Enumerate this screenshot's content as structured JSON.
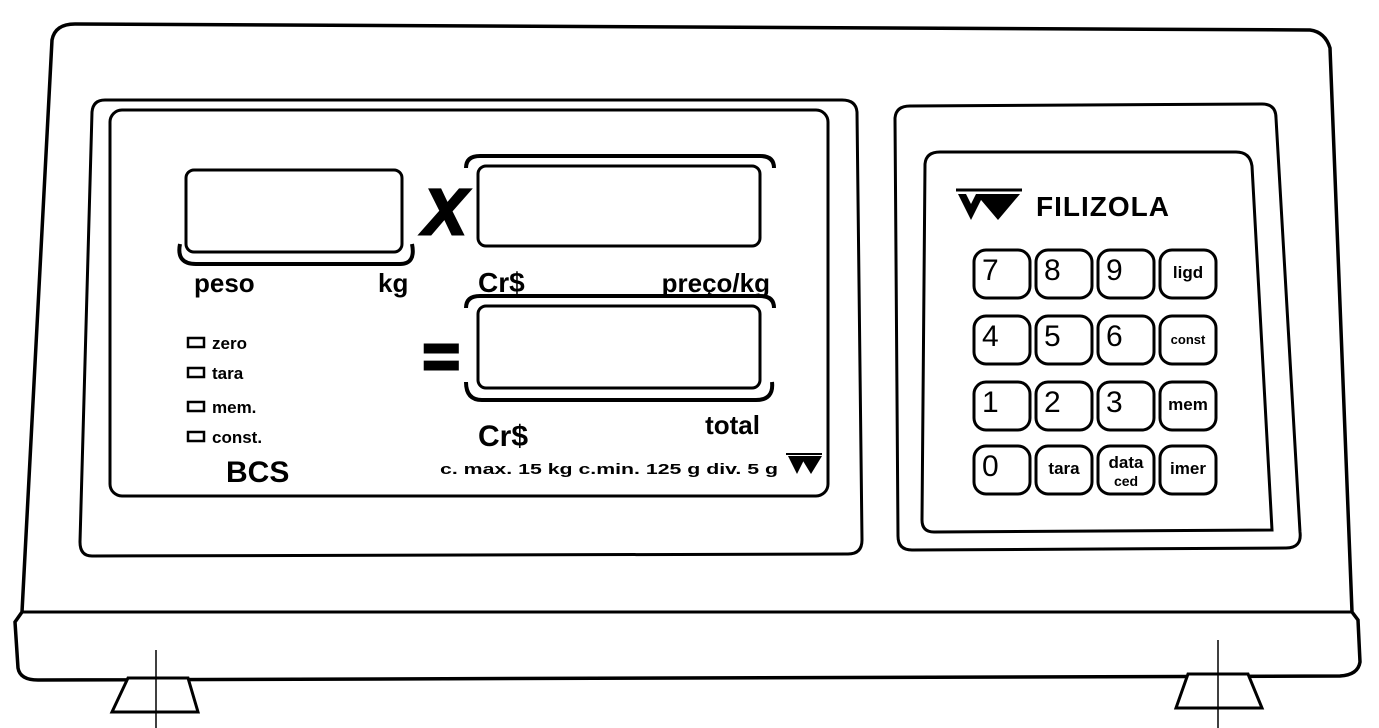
{
  "brand": "FILIZOLA",
  "model": "BCS",
  "colors": {
    "ink": "#000000",
    "paper": "#ffffff"
  },
  "display": {
    "operator_multiply": "X",
    "operator_equals": "=",
    "weight": {
      "label": "peso",
      "unit": "kg",
      "value": ""
    },
    "price": {
      "currency": "Cr$",
      "label": "preço/kg",
      "value": ""
    },
    "total": {
      "currency": "Cr$",
      "label": "total",
      "value": ""
    }
  },
  "indicators": [
    {
      "label": "zero"
    },
    {
      "label": "tara"
    },
    {
      "label": "mem."
    },
    {
      "label": "const."
    }
  ],
  "spec_text": "c. max. 15 kg  c.min. 125 g  div. 5 g",
  "keypad": [
    [
      "7",
      "8",
      "9",
      "ligd"
    ],
    [
      "4",
      "5",
      "6",
      "const"
    ],
    [
      "1",
      "2",
      "3",
      "mem"
    ],
    [
      "0",
      "tara",
      "data",
      "imer"
    ]
  ],
  "keypad_extra": {
    "data_sub": "ced"
  },
  "icons": {
    "brand_logo": "filizola-logo-icon",
    "spec_logo": "filizola-logo-icon"
  }
}
